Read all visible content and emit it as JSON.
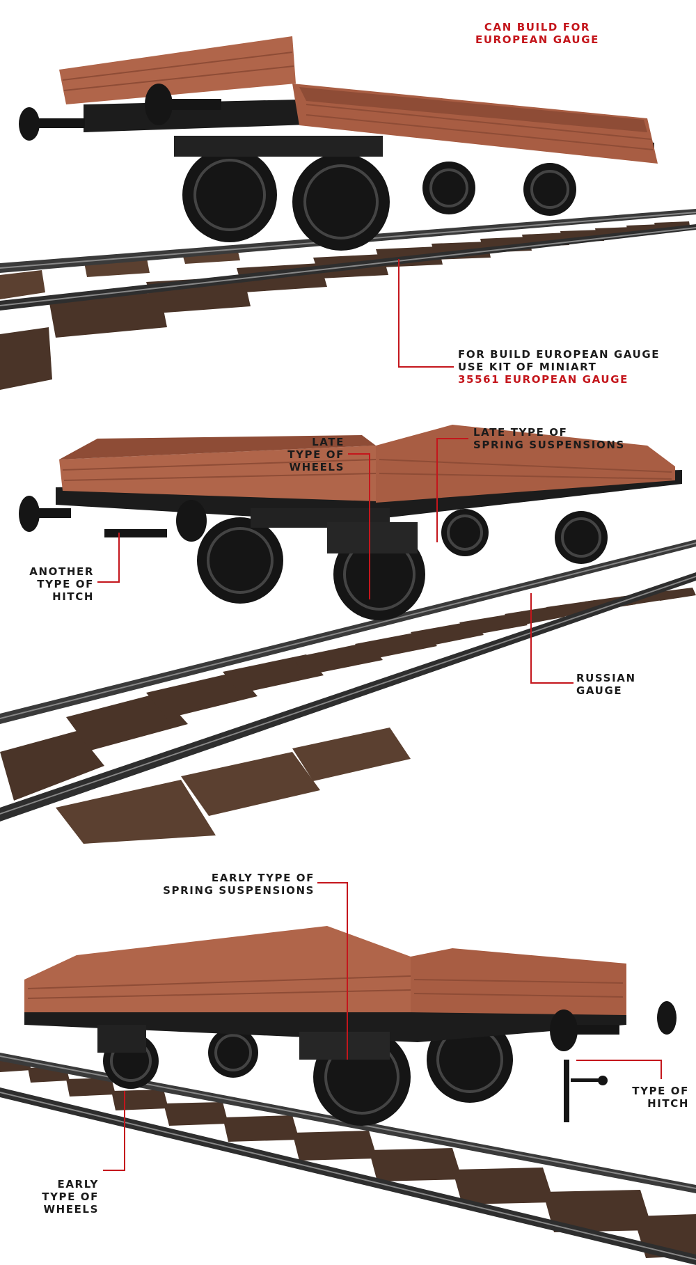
{
  "colors": {
    "wagon_body": "#b0654a",
    "wagon_dark": "#8e4c36",
    "chassis": "#1c1c1c",
    "rail": "#3a3a3a",
    "sleeper": "#4a3428",
    "callout_line": "#c4161c",
    "highlight_text": "#c4161c",
    "label_text": "#1b1b1b"
  },
  "panel1": {
    "headline": {
      "line1": "CAN BUILD FOR",
      "line2": "EUROPEAN GAUGE"
    },
    "note": {
      "line1": "FOR BUILD EUROPEAN GAUGE",
      "line2": "USE KIT OF MINIART",
      "line3": "35561 EUROPEAN GAUGE"
    }
  },
  "panel2": {
    "wheels": {
      "line1": "LATE",
      "line2": "TYPE OF",
      "line3": "WHEELS"
    },
    "springs": {
      "line1": "LATE TYPE OF",
      "line2": "SPRING SUSPENSIONS"
    },
    "hitch": {
      "line1": "ANOTHER",
      "line2": "TYPE OF",
      "line3": "HITCH"
    },
    "gauge": {
      "line1": "RUSSIAN",
      "line2": "GAUGE"
    }
  },
  "panel3": {
    "springs": {
      "line1": "EARLY TYPE OF",
      "line2": "SPRING SUSPENSIONS"
    },
    "hitch": {
      "line1": "TYPE OF",
      "line2": "HITCH"
    },
    "wheels": {
      "line1": "EARLY",
      "line2": "TYPE OF",
      "line3": "WHEELS"
    }
  }
}
